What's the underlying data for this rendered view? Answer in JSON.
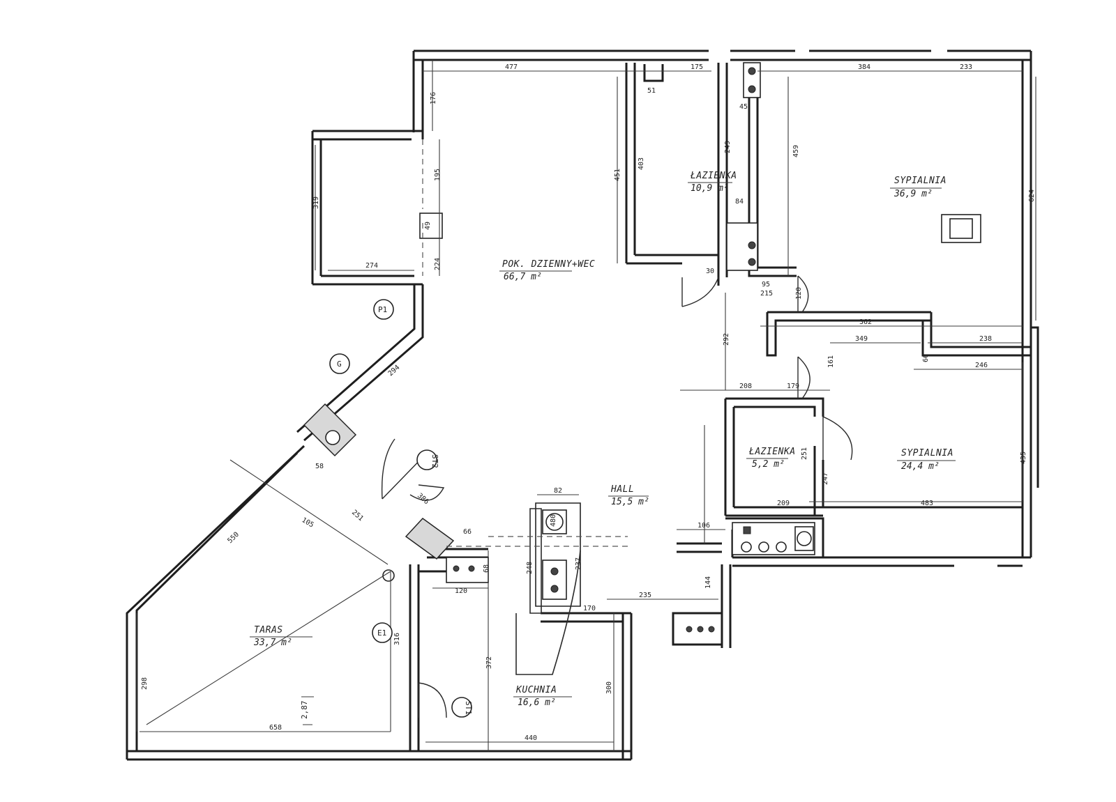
{
  "rooms": [
    {
      "name": "POK. DZIENNY+WEC",
      "area": "66,7 m²"
    },
    {
      "name": "ŁAZIENKA",
      "area": "10,9 m²"
    },
    {
      "name": "SYPIALNIA",
      "area": "36,9 m²"
    },
    {
      "name": "ŁAZIENKA",
      "area": "5,2 m²"
    },
    {
      "name": "SYPIALNIA",
      "area": "24,4 m²"
    },
    {
      "name": "HALL",
      "area": "15,5 m²"
    },
    {
      "name": "KUCHNIA",
      "area": "16,6 m²"
    },
    {
      "name": "TARAS",
      "area": "33,7 m²"
    }
  ],
  "dimensions": [
    "477",
    "175",
    "384",
    "233",
    "176",
    "195",
    "319",
    "274",
    "224",
    "451",
    "403",
    "249",
    "459",
    "624",
    "84",
    "45",
    "51",
    "49",
    "30",
    "95",
    "215",
    "120",
    "362",
    "349",
    "238",
    "66",
    "246",
    "161",
    "292",
    "208",
    "179",
    "251",
    "247",
    "209",
    "483",
    "435",
    "106",
    "144",
    "235",
    "170",
    "82",
    "480",
    "237",
    "248",
    "66",
    "68",
    "120",
    "372",
    "300",
    "440",
    "658",
    "550",
    "298",
    "294",
    "386",
    "58",
    "251",
    "316"
  ],
  "tags": [
    "P1",
    "G",
    "ST2",
    "E1",
    "ST1"
  ],
  "marks": {
    "level": "2,87",
    "angle": "105"
  },
  "colors": {
    "ink": "#1e1e1e",
    "paper": "#ffffff"
  }
}
